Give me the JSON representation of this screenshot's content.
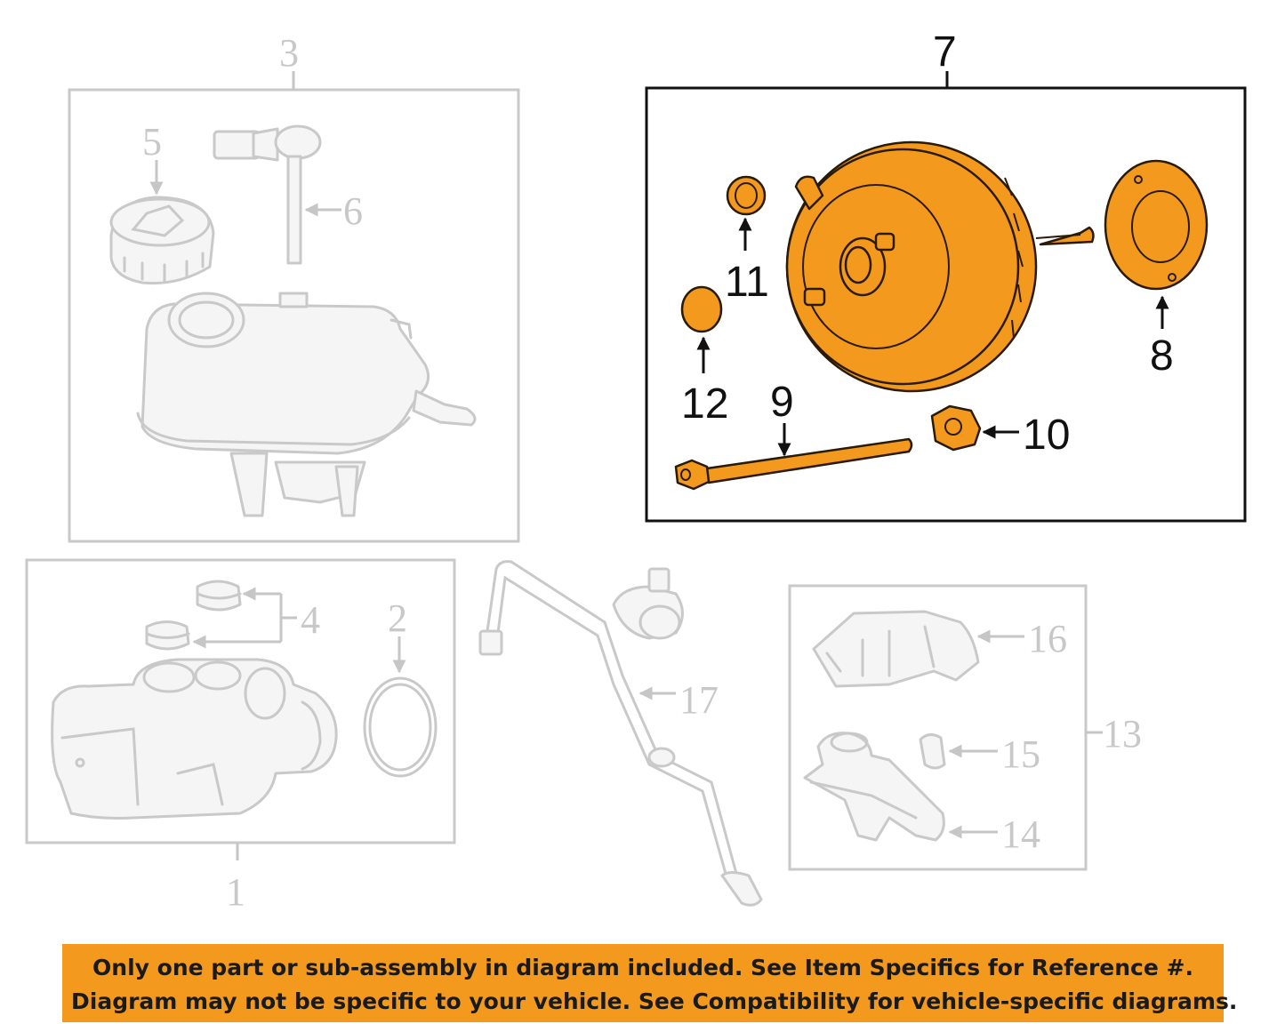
{
  "callouts": {
    "c1": "1",
    "c2": "2",
    "c3": "3",
    "c4": "4",
    "c5": "5",
    "c6": "6",
    "c7": "7",
    "c8": "8",
    "c9": "9",
    "c10": "10",
    "c11": "11",
    "c12": "12",
    "c13": "13",
    "c14": "14",
    "c15": "15",
    "c16": "16",
    "c17": "17"
  },
  "banner": {
    "line1": "Only one part or sub-assembly in diagram included. See Item Specifics for Reference #.",
    "line2": "Diagram may not be specific to your vehicle. See Compatibility for vehicle-specific diagrams."
  },
  "colors": {
    "highlight": "#f39a1e",
    "faded_part": "#c9c9c9",
    "frame": "#111111"
  }
}
